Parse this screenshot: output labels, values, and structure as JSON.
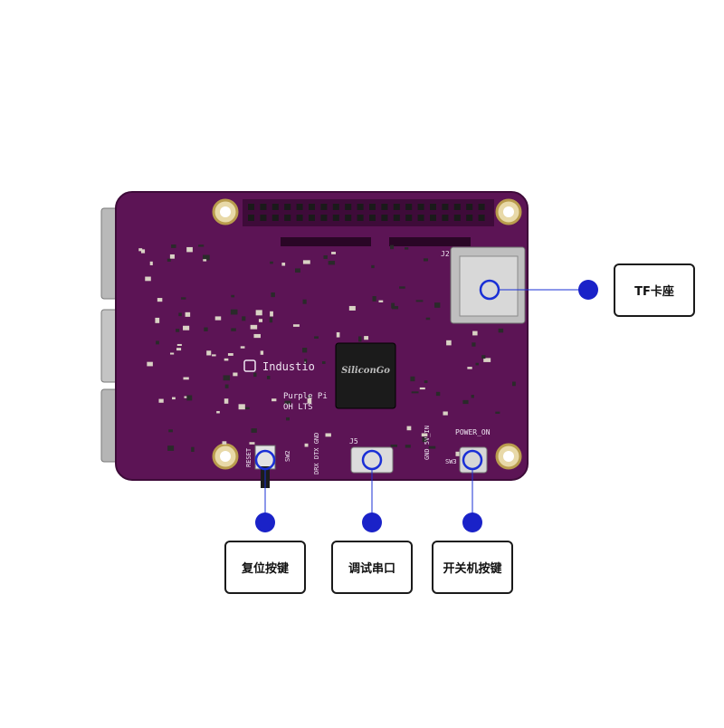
{
  "board": {
    "brand": "Industio",
    "model_line1": "Purple Pi",
    "model_line2": "OH LTS",
    "chip_brand": "SiliconGo",
    "silk": {
      "reset": "RESET",
      "sw2": "SW2",
      "j5": "J5",
      "uart": "DRX DTX GND",
      "power_in": "GND 5V_IN",
      "power_on": "POWER_ON",
      "sw3": "SW3",
      "j2": "J2"
    },
    "colors": {
      "pcb": "#5c1455",
      "pcb_edge": "#3e0b39",
      "callout_line": "#1a2fd6",
      "dot": "#1a22c8"
    }
  },
  "callouts": {
    "tf": "TF卡座",
    "reset": "复位按键",
    "uart": "调试串口",
    "power": "开关机按键"
  }
}
